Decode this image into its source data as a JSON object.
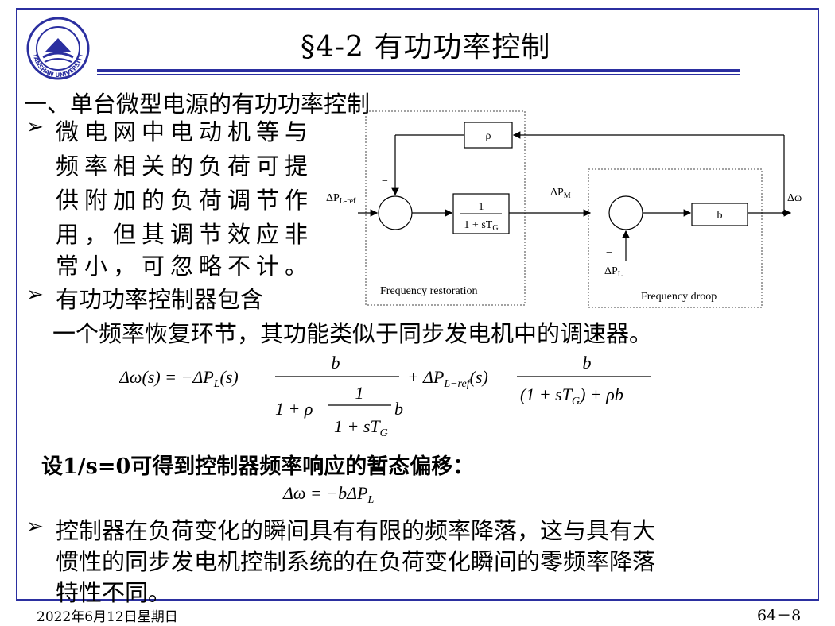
{
  "slide": {
    "title": "§4-2 有功功率控制",
    "section_heading": "一、单台微型电源的有功功率控制",
    "bullets": [
      [
        "微电网中电动机等与",
        "频率相关的负荷可提",
        "供附加的负荷调节作",
        "用，但其调节效应非",
        "常小，可忽略不计。"
      ],
      [
        "有功功率控制器包含",
        "一个频率恢复环节，其功能类似于同步发电机中的调速器。"
      ],
      [
        "控制器在负荷变化的瞬间具有有限的频率降落，这与具有大",
        "惯性的同步发电机控制系统的在负荷变化瞬间的零频率降落",
        "特性不同。"
      ]
    ],
    "note": "设1/s=0可得到控制器频率响应的暂态偏移：",
    "bullet_symbol": "➢",
    "accent_color": "#2b2fa0"
  },
  "logo": {
    "text": "YANSHAN UNIVERSITY"
  },
  "diagram": {
    "block_rho": "ρ",
    "block_tf_num": "1",
    "block_tf_den": "1 + sT",
    "block_tf_den_sub": "G",
    "block_b": "b",
    "in_ref": "ΔP",
    "in_ref_sub": "L-ref",
    "sig_pm": "ΔP",
    "sig_pm_sub": "M",
    "out": "Δω",
    "load": "ΔP",
    "load_sub": "L",
    "minus1": "−",
    "minus2": "−",
    "label_restoration": "Frequency restoration",
    "label_droop": "Frequency droop"
  },
  "formula1": {
    "lhs": "Δω(s) = −ΔP",
    "lhs_sub": "L",
    "lhs_tail": "(s)",
    "frac1_num": "b",
    "frac1_den_a": "1 + ρ",
    "frac1_inner_num": "1",
    "frac1_inner_den": "1 + sT",
    "frac1_inner_den_sub": "G",
    "frac1_den_b": "b",
    "plus": "+ ΔP",
    "plus_sub": "L−ref",
    "plus_tail": "(s)",
    "frac2_num": "b",
    "frac2_den": "(1 + sT",
    "frac2_den_sub": "G",
    "frac2_den_tail": ") + ρb"
  },
  "formula2": {
    "text": "Δω = −bΔP",
    "sub": "L"
  },
  "footer": {
    "date": "2022年6月12日星期日",
    "page": "64－8"
  }
}
